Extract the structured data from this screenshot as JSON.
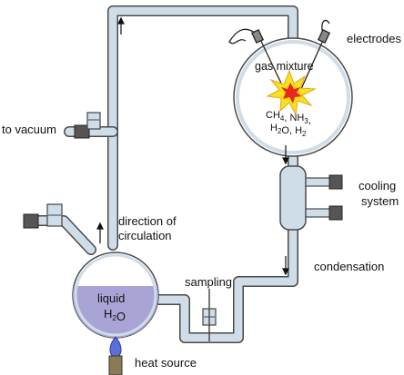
{
  "labels": {
    "electrodes": "electrodes",
    "gas_mixture": "gas mixture",
    "to_vacuum": "to vacuum",
    "cooling_line1": "cooling",
    "cooling_line2": "system",
    "direction_line1": "direction of",
    "direction_line2": "circulation",
    "condensation": "condensation",
    "sampling": "sampling",
    "heat_source": "heat source",
    "liquid": "liquid"
  },
  "gases": {
    "line1": [
      {
        "t": "CH",
        "sub": false
      },
      {
        "t": "4",
        "sub": true
      },
      {
        "t": ", NH",
        "sub": false
      },
      {
        "t": "3",
        "sub": true
      },
      {
        "t": ",",
        "sub": false
      }
    ],
    "line2": [
      {
        "t": "H",
        "sub": false
      },
      {
        "t": "2",
        "sub": true
      },
      {
        "t": "O, H",
        "sub": false
      },
      {
        "t": "2",
        "sub": true
      }
    ]
  },
  "water": [
    {
      "t": "H",
      "sub": false
    },
    {
      "t": "2",
      "sub": true
    },
    {
      "t": "O",
      "sub": false
    }
  ],
  "colors": {
    "glass": "#cfdde8",
    "water": "#a9a4d6",
    "spark_outer": "#f7e21b",
    "spark_inner": "#e8281c",
    "flame": "#5b6fd6"
  }
}
